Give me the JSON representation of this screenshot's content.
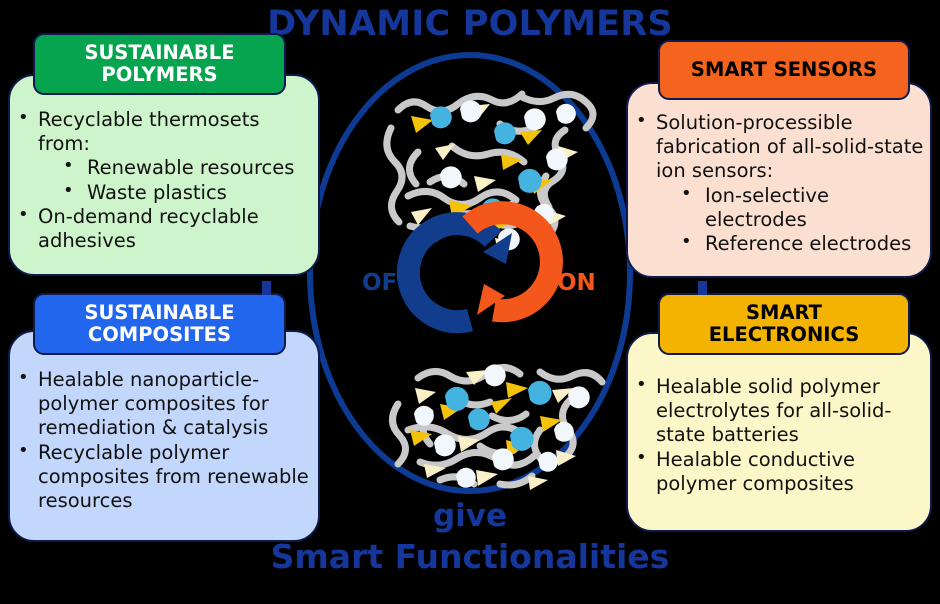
{
  "title": "DYNAMIC POLYMERS",
  "footer": {
    "line1": "give",
    "line2": "Smart Functionalities"
  },
  "cycle": {
    "off_label": "OFF",
    "on_label": "ON",
    "off_color": "#123C8C",
    "on_color": "#F4571B"
  },
  "colors": {
    "background": "#000000",
    "outline": "#0E1A4A",
    "ring": "#0D3A93",
    "title_blue": "#15379B",
    "green_header": "#07A44F",
    "green_body": "#CDF4CB",
    "blue_header": "#2266EE",
    "blue_body": "#C3D6FB",
    "orange_header": "#F4641E",
    "orange_body": "#FBE0D2",
    "yellow_header": "#F5B301",
    "yellow_body": "#FBF7C8",
    "chain_gray": "#C9C9C9",
    "triangle_gold": "#F5C20A",
    "triangle_cream": "#FAF0C8",
    "circle_blue": "#45B3E0",
    "circle_white": "#F2F7FB"
  },
  "panels": [
    {
      "id": "sustainable-polymers",
      "header": [
        "SUSTAINABLE",
        "POLYMERS"
      ],
      "header_text_color": "#FFFFFF",
      "bullets": [
        {
          "text": "Recyclable thermosets from:",
          "sub": [
            "Renewable resources",
            "Waste plastics"
          ]
        },
        {
          "text": "On-demand recyclable adhesives",
          "sub": []
        }
      ]
    },
    {
      "id": "sustainable-composites",
      "header": [
        "SUSTAINABLE",
        "COMPOSITES"
      ],
      "header_text_color": "#FFFFFF",
      "bullets": [
        {
          "text": "Healable nanoparticle-polymer composites for remediation & catalysis",
          "sub": []
        },
        {
          "text": "Recyclable polymer composites from renewable resources",
          "sub": []
        }
      ]
    },
    {
      "id": "smart-sensors",
      "header": [
        "SMART SENSORS"
      ],
      "header_text_color": "#000000",
      "bullets": [
        {
          "text": "Solution-processible fabrication of all-solid-state ion sensors:",
          "sub": [
            "Ion-selective electrodes",
            "Reference electrodes"
          ]
        }
      ]
    },
    {
      "id": "smart-electronics",
      "header": [
        "SMART",
        "ELECTRONICS"
      ],
      "header_text_color": "#000000",
      "bullets": [
        {
          "text": "Healable solid polymer electrolytes for all-solid-state batteries",
          "sub": []
        },
        {
          "text": "Healable conductive polymer composites",
          "sub": []
        }
      ]
    }
  ]
}
